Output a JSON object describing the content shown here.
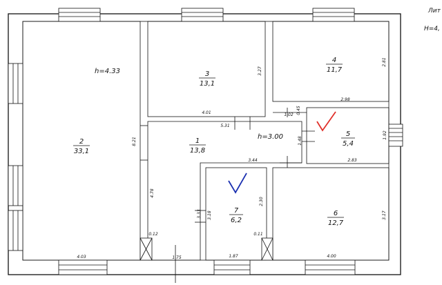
{
  "header": {
    "lit": "Лит :",
    "height": "Н=4,"
  },
  "rooms": [
    {
      "id": "room-2",
      "number": "2",
      "area": "33,1",
      "height_label": "h=4.33",
      "dim_vertical": "8.21",
      "dim_bottom": "4.03"
    },
    {
      "id": "room-3",
      "number": "3",
      "area": "13,1",
      "dim_right": "3.27",
      "dim_bottom": "4.01"
    },
    {
      "id": "room-4",
      "number": "4",
      "area": "11,7",
      "dim_right": "2.81",
      "dim_bottom": "2.98"
    },
    {
      "id": "room-1",
      "number": "1",
      "area": "13,8",
      "height_label": "h=3.00",
      "dim_top": "5.31",
      "dim_left": "4.78",
      "dim_bottom": "3.44",
      "dim_small": "0.12",
      "dim_bottom_door": "1.75"
    },
    {
      "id": "room-5",
      "number": "5",
      "area": "5,4",
      "dim_right": "1.92",
      "dim_bottom": "2.83",
      "dim_top": "1.02",
      "dim_left": "1.48",
      "dim_small": "0.45"
    },
    {
      "id": "room-7",
      "number": "7",
      "area": "6,2",
      "dim_left": "3.18",
      "dim_left2": "3.33",
      "dim_right": "2.30",
      "dim_bottom": "1.87",
      "dim_small": "0.11"
    },
    {
      "id": "room-6",
      "number": "6",
      "area": "12,7",
      "dim_right": "3.17",
      "dim_bottom": "4.00"
    }
  ],
  "marks": {
    "red_check": "#e0302a",
    "blue_check": "#1a2fb0"
  }
}
